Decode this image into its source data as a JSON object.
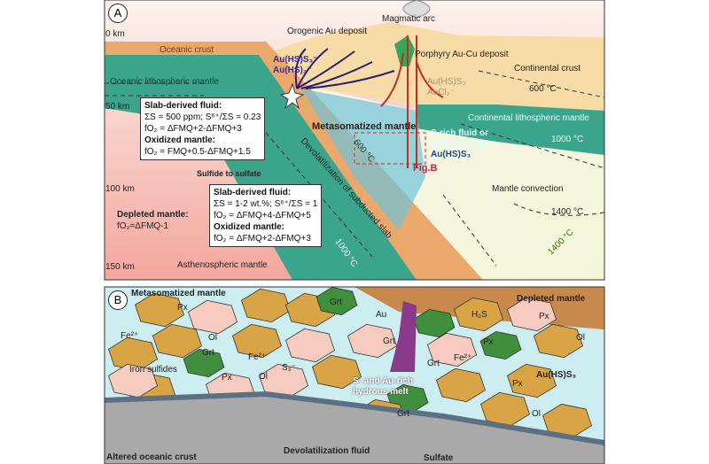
{
  "panel_a": {
    "label": "A",
    "depths": [
      "0 km",
      "50 km",
      "100 km",
      "150 km"
    ],
    "oceanic_crust": "Oceanic crust",
    "oceanic_lith_mantle": "Oceanic lithospheric mantle",
    "orogenic": "Orogenic Au deposit",
    "magmatic_arc": "Magmatic arc",
    "porphyry": "Porphyry Au-Cu deposit",
    "continental_crust": "Continental crust",
    "continental_lith_mantle": "Continental lithospheric mantle",
    "au_species_left": [
      "Au(HS)S₃⁻",
      "Au(HS)₂⁻"
    ],
    "au_species_right": [
      "Au(HS)S₃",
      "AuCl₂⁻"
    ],
    "t600a": "600 °C",
    "t1000a": "1000 °C",
    "t600b": "600 °C",
    "t1000b": "1000 °C",
    "t1400a": "1400 °C",
    "t1400b": "1400 °C",
    "metasomatized": "Metasomatized mantle",
    "s_rich": [
      "S-rich fluid or",
      "hydrous melt",
      "Au(HS)S₃"
    ],
    "fig_b": "Fig.B",
    "devolatilization": "Devolatilization of subducted slab",
    "mantle_convection": "Mantle convection",
    "sulfide_to_sulfate": "Sulfide to sulfate",
    "depleted": [
      "Depleted mantle:",
      "fO₂=ΔFMQ-1"
    ],
    "asthenospheric": "Asthenospheric mantle",
    "box1": [
      "Slab-derived fluid:",
      "ΣS = 500 ppm; S⁶⁺/ΣS = 0.23",
      "fO₂ = ΔFMQ+2-ΔFMQ+3",
      "Oxidized mantle:",
      "fO₂ = FMQ+0.5-ΔFMQ+1.5"
    ],
    "box2": [
      "Slab-derived fluid:",
      "ΣS = 1-2 wt.%; S⁶⁺/ΣS = 1",
      "fO₂ = ΔFMQ+4-ΔFMQ+5",
      "Oxidized mantle:",
      "fO₂ = ΔFMQ+2-ΔFMQ+3"
    ]
  },
  "panel_b": {
    "label": "B",
    "metasomatized": "Metasomatized mantle",
    "depleted": "Depleted mantle",
    "altered_crust": "Altered oceanic crust",
    "devol_fluid": "Devolatilization fluid",
    "sulfate": "Sulfate",
    "iron_sulfides": "Iron sulfides",
    "melt": [
      "S- and Au-rich",
      "hydrous melt"
    ],
    "minerals": [
      "Px",
      "Grt",
      "Ol",
      "Grt",
      "Px",
      "Ol",
      "Grt",
      "Grt",
      "Px",
      "Ol",
      "Px",
      "Grt",
      "Px",
      "Ol"
    ],
    "species": [
      "Fe²⁺",
      "Fe²⁺",
      "S₃⁻",
      "Au",
      "H₂S",
      "Fe²⁺",
      "Au(HS)S₃"
    ]
  },
  "colors": {
    "crust": "#eba86c",
    "green": "#3ba58b",
    "pink": "#f6cbc0",
    "grain_or": "#d9a446",
    "grain_gr": "#3f8f3c",
    "matrix": "#cdeef0"
  }
}
